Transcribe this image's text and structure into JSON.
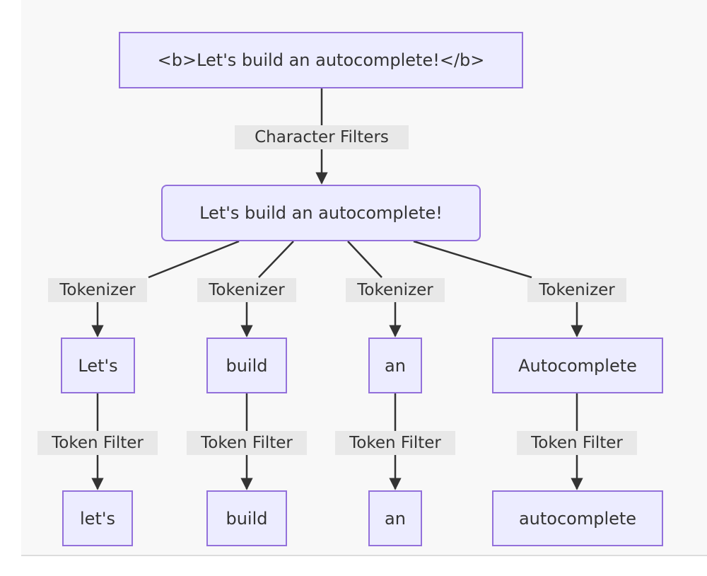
{
  "colors": {
    "node_fill": "#ececff",
    "node_border": "#9370db",
    "edge": "#333333",
    "label_bg": "#e8e8e8",
    "text": "#333333"
  },
  "nodes": {
    "input": "<b>Let's build an autocomplete!</b>",
    "filtered": "Let's build an autocomplete!",
    "tokens": [
      "Let's",
      "build",
      "an",
      "Autocomplete"
    ],
    "filtered_tokens": [
      "let's",
      "build",
      "an",
      "autocomplete"
    ]
  },
  "edge_labels": {
    "character_filters": "Character Filters",
    "tokenizer": [
      "Tokenizer",
      "Tokenizer",
      "Tokenizer",
      "Tokenizer"
    ],
    "token_filter": [
      "Token Filter",
      "Token Filter",
      "Token Filter",
      "Token Filter"
    ]
  }
}
